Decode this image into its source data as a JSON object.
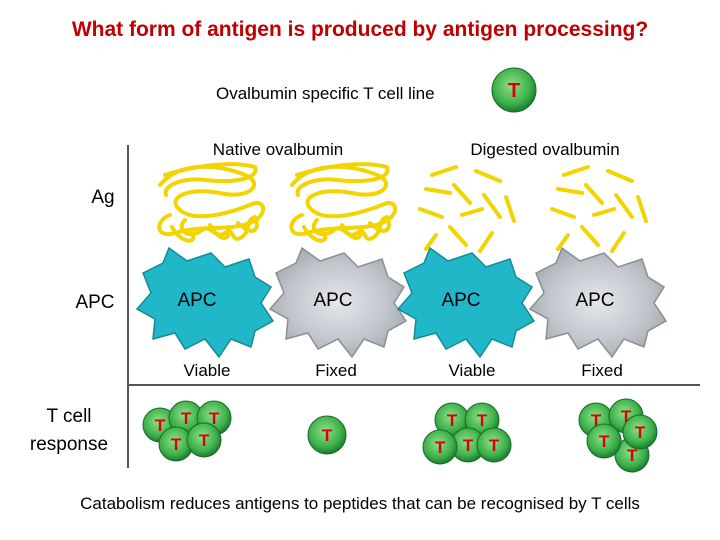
{
  "title": "What form of antigen is produced by antigen processing?",
  "subtitle": "Ovalbumin specific T cell line",
  "t_symbol": "T",
  "headers": {
    "native": "Native ovalbumin",
    "digested": "Digested ovalbumin"
  },
  "row_labels": {
    "ag": "Ag",
    "apc": "APC",
    "response_line1": "T cell",
    "response_line2": "response"
  },
  "apc_label": "APC",
  "conditions": [
    "Viable",
    "Fixed",
    "Viable",
    "Fixed"
  ],
  "caption": "Catabolism reduces antigens to peptides that can be recognised by T cells",
  "colors": {
    "title": "#c00000",
    "t_cell_outer": "#1e8a3a",
    "t_cell_inner": "#5ec85e",
    "t_label": "#e00000",
    "viable_apc": "#20b8c8",
    "fixed_apc": "#b8bcc4",
    "antigen": "#f2d400"
  }
}
